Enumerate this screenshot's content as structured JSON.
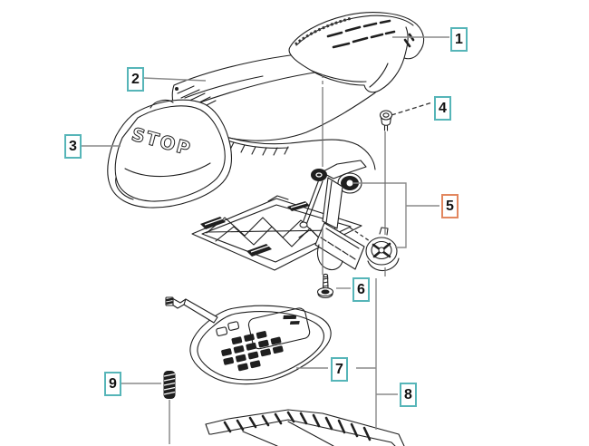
{
  "app": {
    "type": "exploded-parts-diagram"
  },
  "colors": {
    "background": "#ffffff",
    "line_art": "#1f1f1f",
    "leader_line": "#8a8a8a",
    "callout_border": "#56b5b8",
    "callout_border_highlighted": "#e2875f",
    "callout_text": "#111111",
    "callout_background": "#ffffff"
  },
  "diagram": {
    "stop_text": "STOP",
    "callouts": [
      {
        "label": "1",
        "highlighted": false
      },
      {
        "label": "2",
        "highlighted": false
      },
      {
        "label": "3",
        "highlighted": false
      },
      {
        "label": "4",
        "highlighted": false
      },
      {
        "label": "5",
        "highlighted": true
      },
      {
        "label": "6",
        "highlighted": false
      },
      {
        "label": "7",
        "highlighted": false
      },
      {
        "label": "8",
        "highlighted": false
      },
      {
        "label": "9",
        "highlighted": false
      }
    ]
  }
}
